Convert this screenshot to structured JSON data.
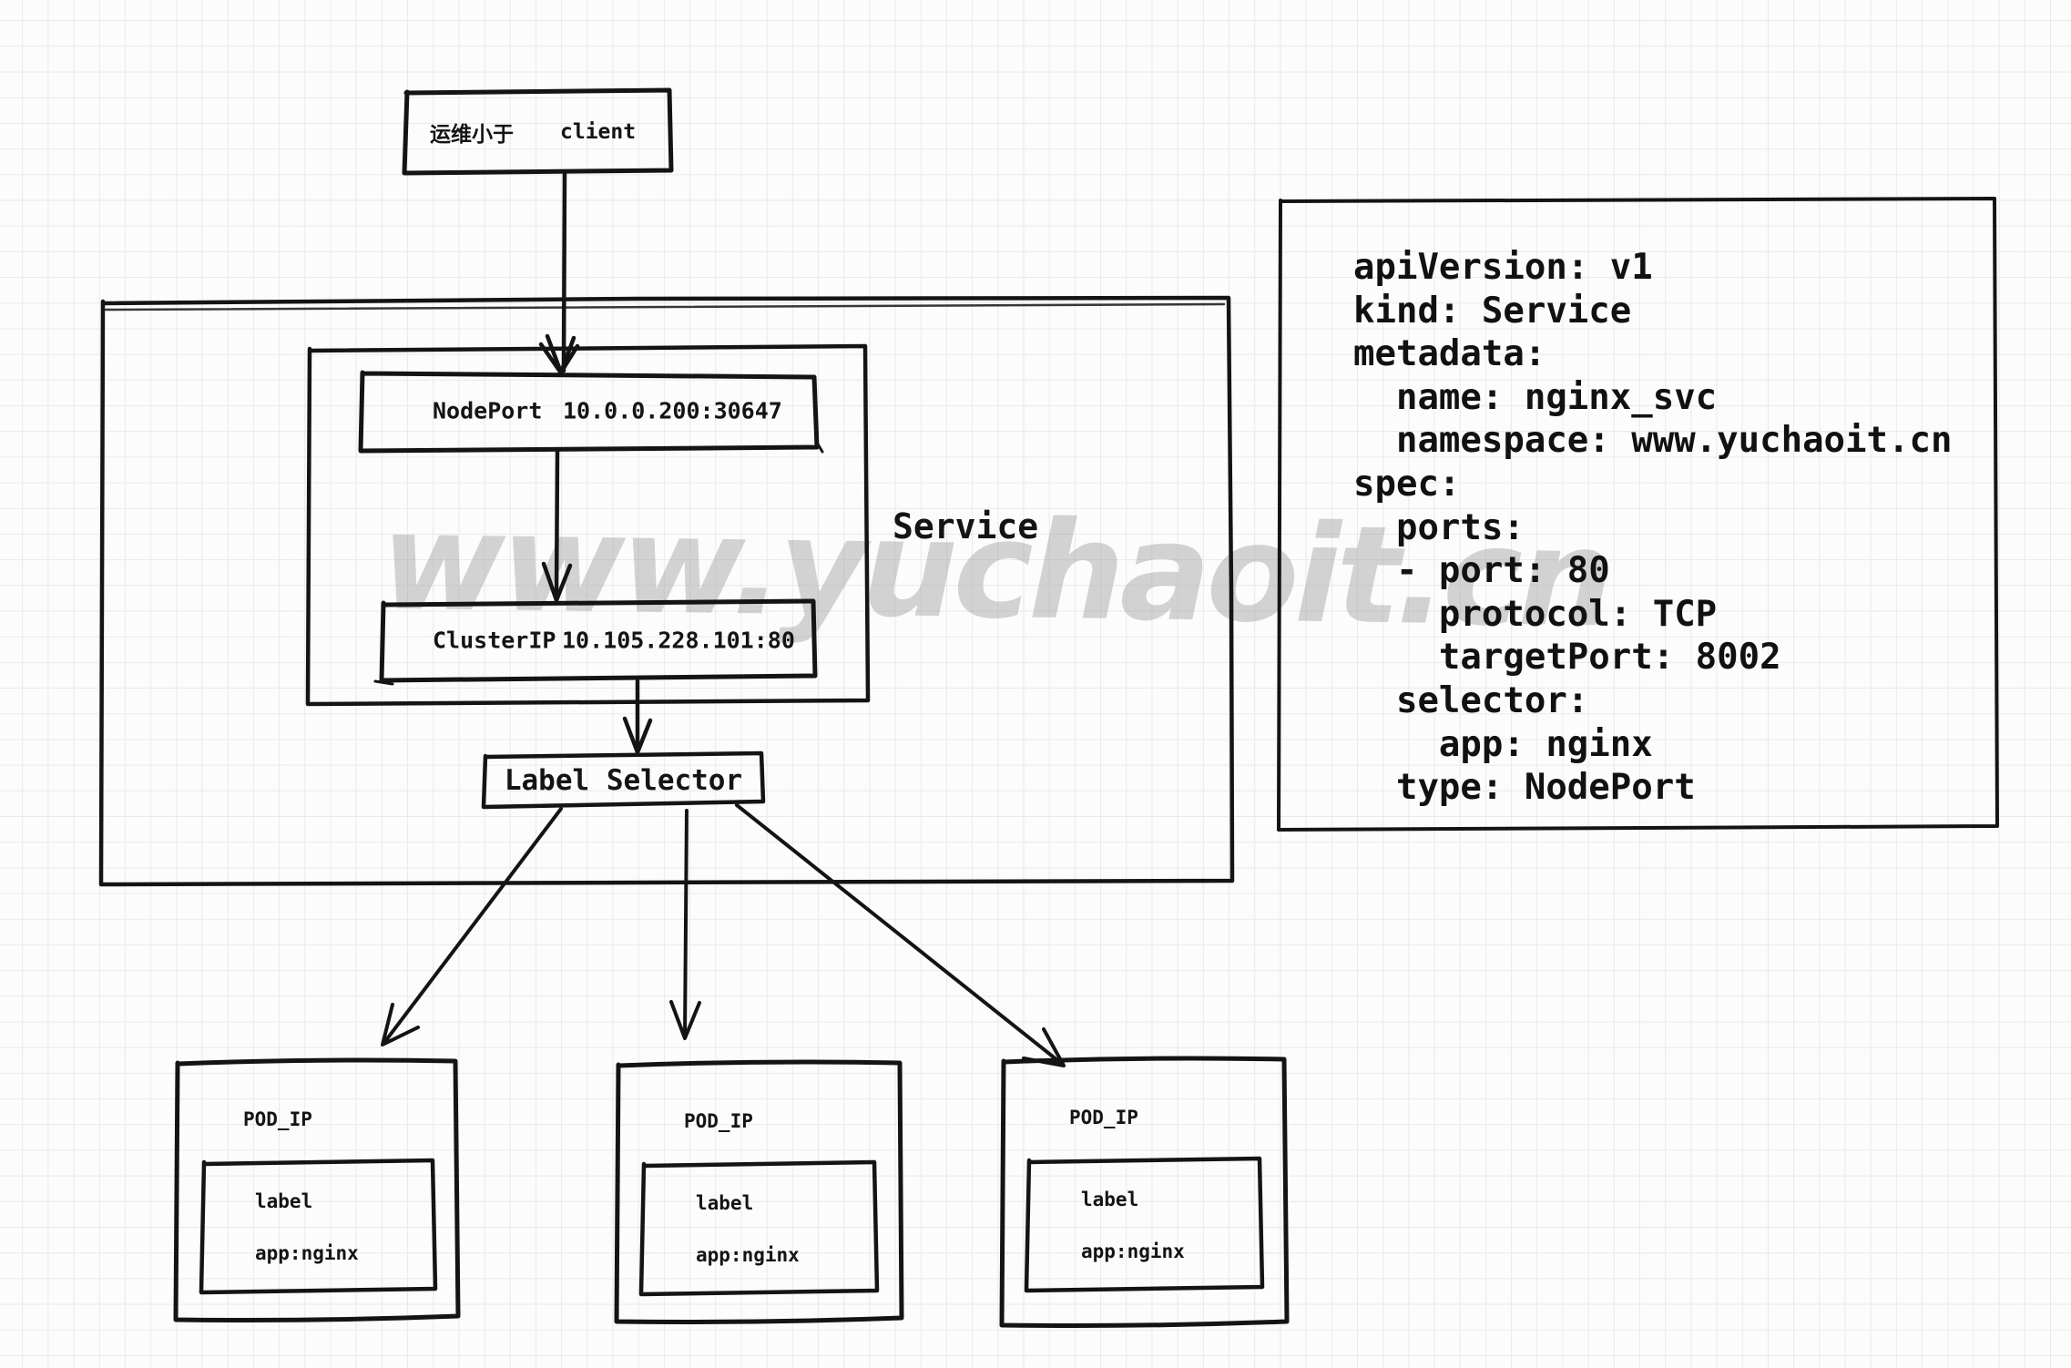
{
  "diagram": {
    "client_box": {
      "label_cn": "运维小于",
      "label_en": "client"
    },
    "service_label": "Service",
    "nodeport": {
      "name": "NodePort",
      "address": "10.0.0.200:30647"
    },
    "clusterip": {
      "name": "ClusterIP",
      "address": "10.105.228.101:80"
    },
    "label_selector": "Label Selector",
    "watermark": "www.yuchaoit.cn",
    "pods": [
      {
        "title": "POD_IP",
        "label_title": "label",
        "label_value": "app:nginx"
      },
      {
        "title": "POD_IP",
        "label_title": "label",
        "label_value": "app:nginx"
      },
      {
        "title": "POD_IP",
        "label_title": "label",
        "label_value": "app:nginx"
      }
    ],
    "yaml_text": "apiVersion: v1\nkind: Service\nmetadata:\n  name: nginx_svc\n  namespace: www.yuchaoit.cn\nspec:\n  ports:\n  - port: 80\n    protocol: TCP\n    targetPort: 8002\n  selector:\n    app: nginx\n  type: NodePort"
  },
  "colors": {
    "ink": "#141414",
    "grid_line": "#e9e9e9",
    "paper": "#fcfcfc",
    "watermark_gray": "#9a9a9a"
  }
}
